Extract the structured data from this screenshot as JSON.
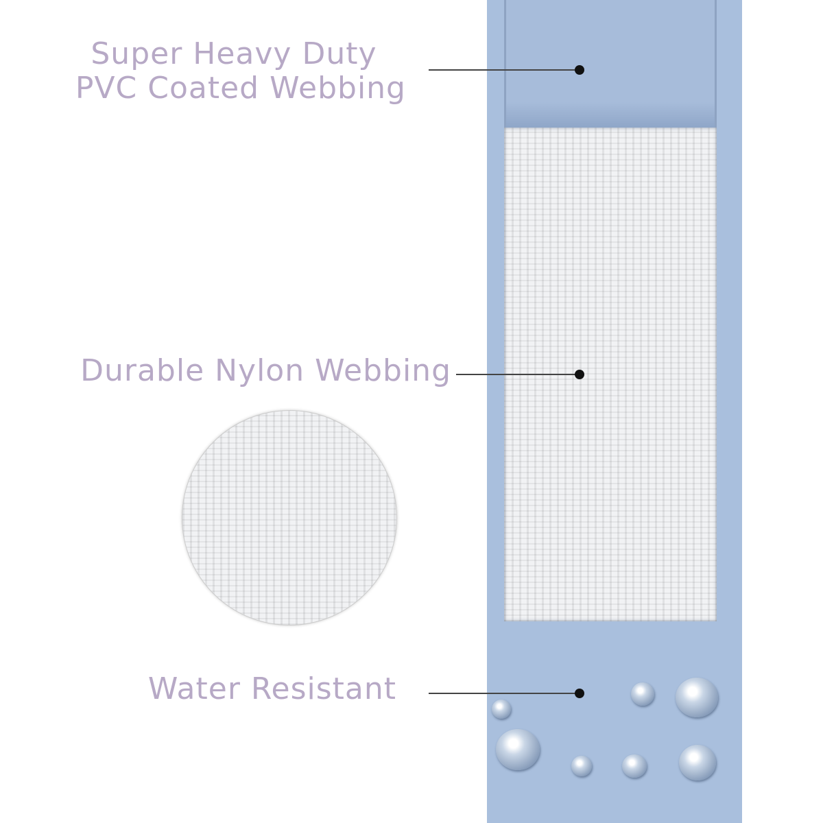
{
  "callouts": {
    "pvc": {
      "line1": "Super Heavy Duty",
      "line2": "PVC Coated Webbing"
    },
    "nylon": "Durable Nylon Webbing",
    "water": "Water Resistant"
  },
  "colors": {
    "strap": "#a9bfdd",
    "label": "#b7a9c6"
  }
}
